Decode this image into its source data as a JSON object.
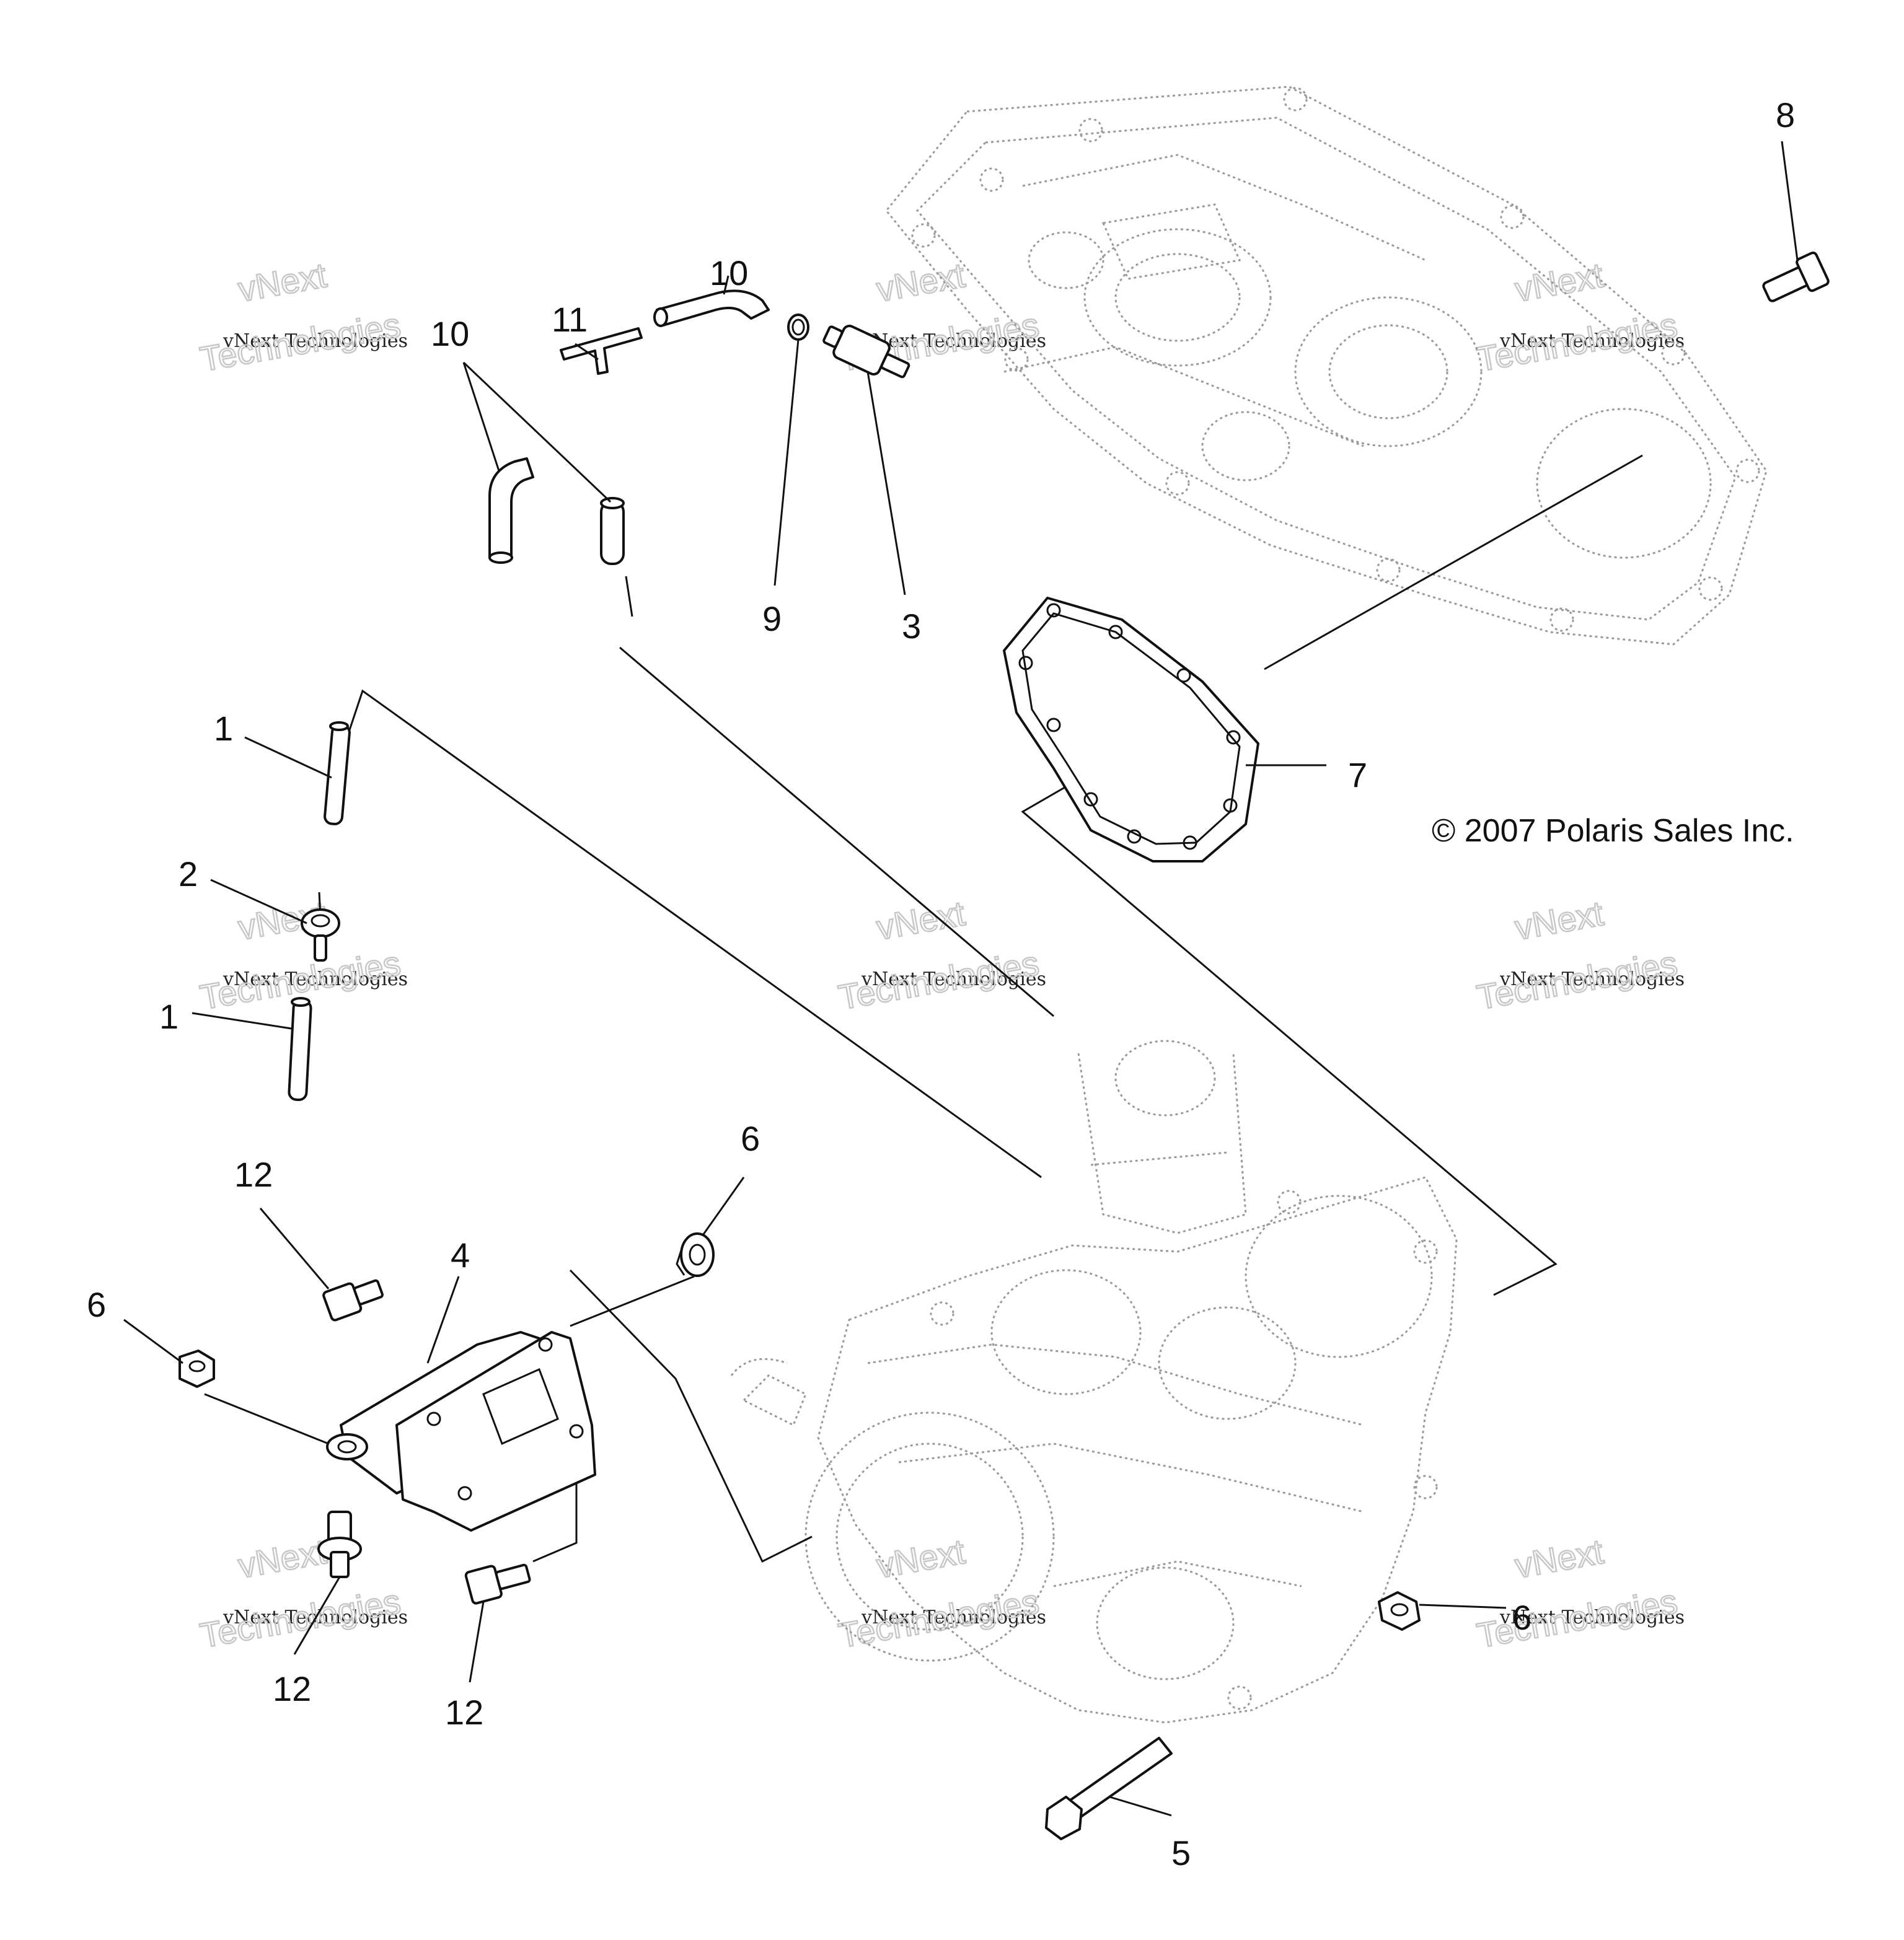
{
  "callouts": [
    {
      "id": "c8",
      "label": "8"
    },
    {
      "id": "c10a",
      "label": "10"
    },
    {
      "id": "c10b",
      "label": "10"
    },
    {
      "id": "c11",
      "label": "11"
    },
    {
      "id": "c9",
      "label": "9"
    },
    {
      "id": "c3",
      "label": "3"
    },
    {
      "id": "c7",
      "label": "7"
    },
    {
      "id": "c1a",
      "label": "1"
    },
    {
      "id": "c2",
      "label": "2"
    },
    {
      "id": "c1b",
      "label": "1"
    },
    {
      "id": "c6a",
      "label": "6"
    },
    {
      "id": "c12a",
      "label": "12"
    },
    {
      "id": "c4",
      "label": "4"
    },
    {
      "id": "c6b",
      "label": "6"
    },
    {
      "id": "c6c",
      "label": "6"
    },
    {
      "id": "c12b",
      "label": "12"
    },
    {
      "id": "c12c",
      "label": "12"
    },
    {
      "id": "c5",
      "label": "5"
    }
  ],
  "copyright": "© 2007 Polaris Sales Inc.",
  "watermark": {
    "line1": "vNext",
    "line2": "vNext Technologies",
    "line3": "Technologies"
  }
}
